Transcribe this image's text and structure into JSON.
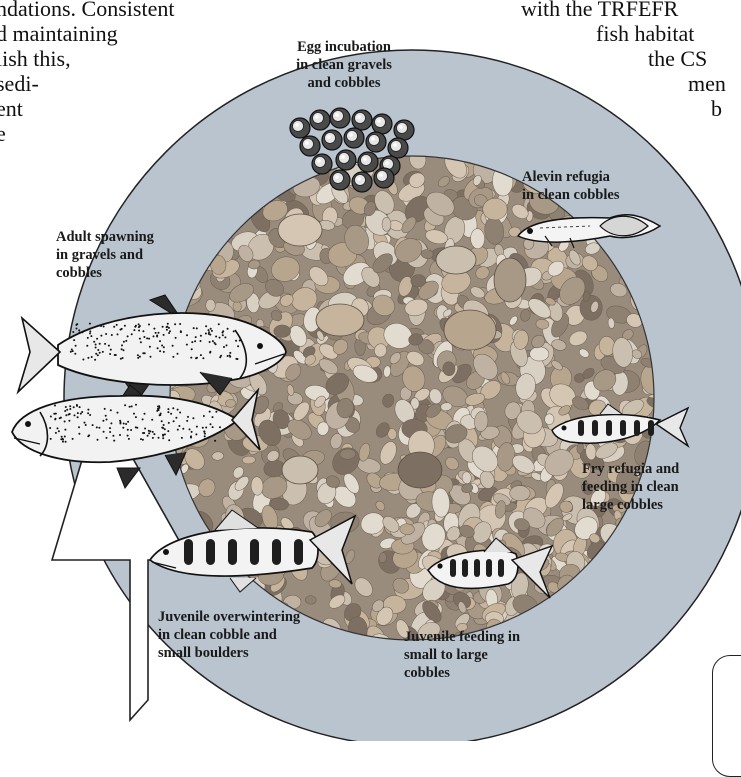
{
  "background_text": {
    "left_lines": [
      "ndations. Consistent",
      "d maintaining",
      "lish this,",
      "sedi-",
      "ent",
      "e"
    ],
    "right_lines": [
      "with the TRFEFR",
      "fish habitat",
      "the CS",
      "men",
      "b"
    ]
  },
  "stages": {
    "egg": "Egg incubation\nin clean gravels\nand cobbles",
    "alevin": "Alevin refugia\nin clean cobbles",
    "adult": "Adult spawning\nin gravels and\ncobbles",
    "fry": "Fry refugia and\nfeeding in clean\nlarge cobbles",
    "juv_over": "Juvenile overwintering\nin clean cobble and\nsmall boulders",
    "juv_feed": "Juvenile feeding in\nsmall to large\ncobbles"
  },
  "colors": {
    "ring": "#b9c4ce",
    "ring_stroke": "#222222",
    "gravel_base": "#9a8c7c"
  },
  "icons": {
    "eggs": "egg-cluster-icon",
    "alevin": "alevin-fish-icon",
    "adult_salmon": "adult-salmon-icon",
    "fry": "fry-fish-icon",
    "juvenile": "juvenile-fish-icon"
  }
}
